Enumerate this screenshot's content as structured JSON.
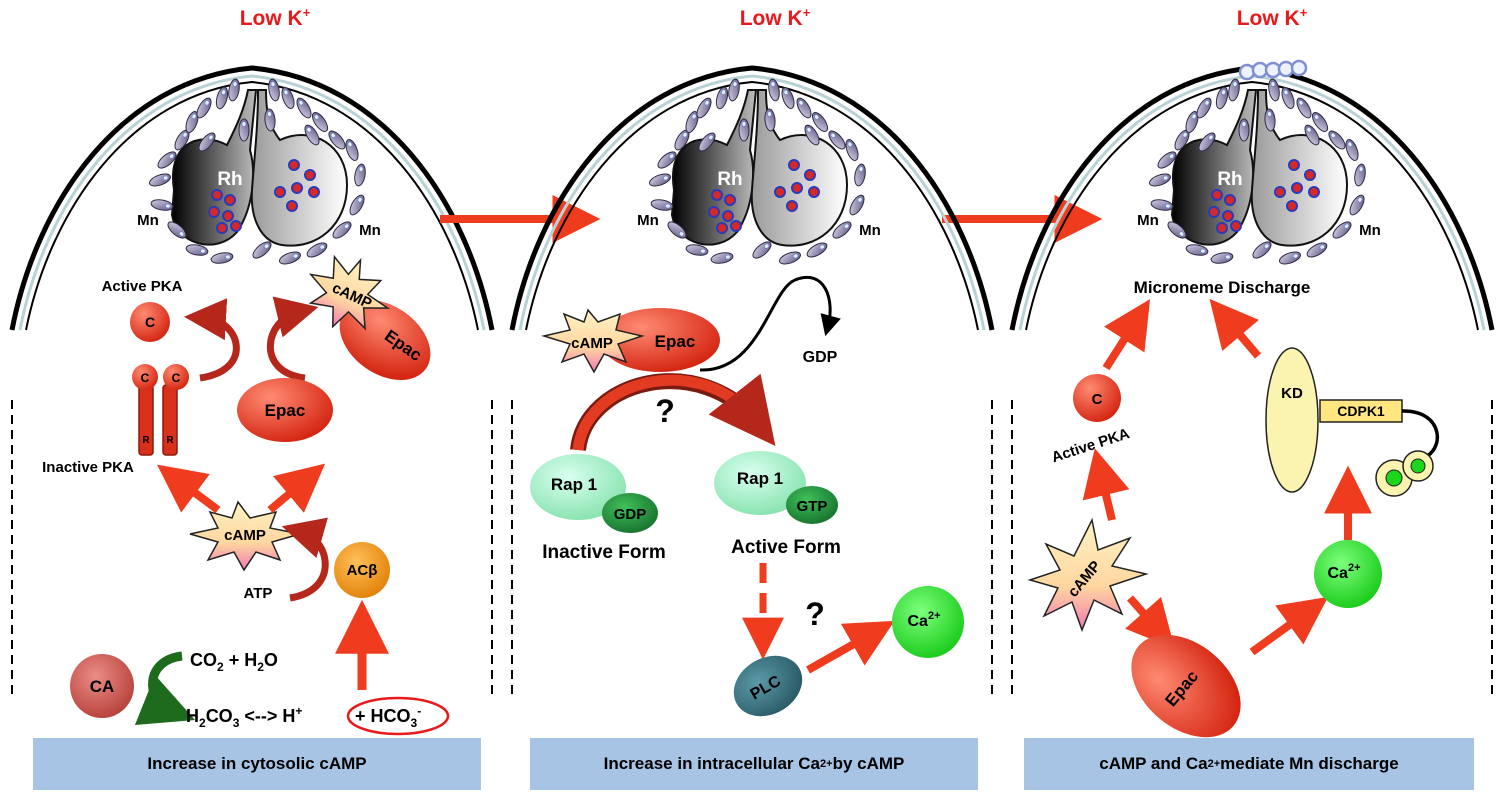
{
  "panel1": {
    "title": "Low K",
    "title_sup": "+",
    "mn_left": "Mn",
    "mn_right": "Mn",
    "rh": "Rh",
    "active_pka": "Active PKA",
    "c": "C",
    "r": "R",
    "inactive_pka": "Inactive PKA",
    "camp": "cAMP",
    "epac": "Epac",
    "atp": "ATP",
    "ac": "ACβ",
    "ca": "CA",
    "co2_pre": "CO",
    "co2_sub": "2",
    "co2_post": " + H",
    "h2o_sub": "2",
    "h2o_post": "O",
    "h2co3_pre": "H",
    "h2co3_sub1": "2",
    "h2co3_mid": "CO",
    "h2co3_sub2": "3",
    "h2co3_post": " <--> H",
    "h_sup": "+",
    "hco3_pre": "+ HCO",
    "hco3_sub": "3",
    "hco3_sup": "-",
    "caption": "Increase in cytosolic cAMP"
  },
  "panel2": {
    "title": "Low K",
    "title_sup": "+",
    "mn_left": "Mn",
    "mn_right": "Mn",
    "rh": "Rh",
    "camp": "cAMP",
    "epac": "Epac",
    "gdp_free": "GDP",
    "question1": "?",
    "rap1_inactive": "Rap 1",
    "gdp": "GDP",
    "inactive_form": "Inactive Form",
    "rap1_active": "Rap 1",
    "gtp": "GTP",
    "active_form": "Active Form",
    "question2": "?",
    "plc": "PLC",
    "ca_ion": "Ca",
    "ca_sup": "2+",
    "caption_pre": "Increase in intracellular Ca",
    "caption_sup": "2+",
    "caption_post": " by cAMP"
  },
  "panel3": {
    "title": "Low K",
    "title_sup": "+",
    "mn_left": "Mn",
    "mn_right": "Mn",
    "rh": "Rh",
    "microneme_discharge": "Microneme Discharge",
    "c": "C",
    "active_pka": "Active PKA",
    "kd": "KD",
    "cdpk1": "CDPK1",
    "camp": "cAMP",
    "ca_ion": "Ca",
    "ca_sup": "2+",
    "epac": "Epac",
    "caption_pre": "cAMP and Ca",
    "caption_sup": "2+",
    "caption_post": " mediate Mn discharge"
  },
  "colors": {
    "arrow_red": "#f03c1e",
    "title_red": "#e8191b",
    "caption_bg": "#a7c4e4",
    "epac_red": "#e8432e",
    "rap_green": "#9ef0c3",
    "gdp_green": "#1f8f3a",
    "ca_green": "#1bd61b",
    "ac_orange": "#f08a12",
    "plc_teal": "#2f6b78",
    "ca_enzyme": "#c94b45",
    "kd_yellow": "#fbf3b0"
  }
}
